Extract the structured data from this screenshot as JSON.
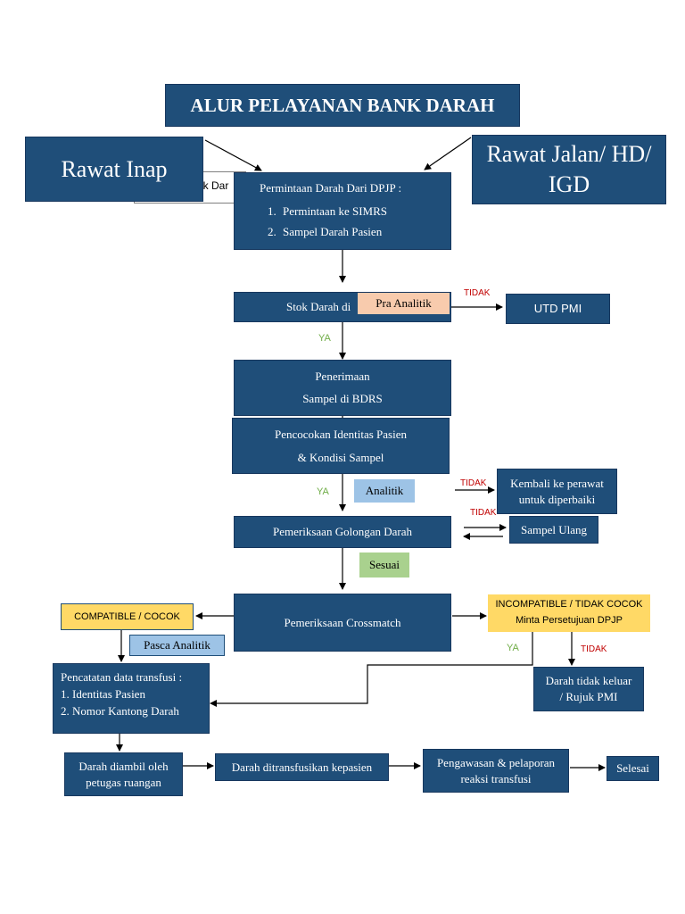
{
  "title": "ALUR PELAYANAN BANK DARAH",
  "rawat_inap": "Rawat Inap",
  "rawat_jalan": "Rawat Jalan/ HD/ IGD",
  "hidden_fragment": "ok Dar",
  "permintaan": {
    "heading": "Permintaan Darah Dari DPJP :",
    "items": [
      "Permintaan ke SIMRS",
      "Sampel Darah Pasien"
    ]
  },
  "stok_darah": "Stok Darah di",
  "pra_analitik": "Pra Analitik",
  "utd_pmi": "UTD PMI",
  "penerimaan": [
    "Penerimaan",
    "Sampel di BDRS"
  ],
  "pencocokan": [
    "Pencocokan Identitas Pasien",
    "& Kondisi Sampel"
  ],
  "analitik": "Analitik",
  "kembali": [
    "Kembali ke perawat",
    "untuk diperbaiki"
  ],
  "sampel_ulang": "Sampel Ulang",
  "golongan_darah": "Pemeriksaan Golongan Darah",
  "sesuai": "Sesuai",
  "crossmatch": "Pemeriksaan Crossmatch",
  "compatible": "COMPATIBLE / COCOK",
  "incompatible": [
    "INCOMPATIBLE / TIDAK COCOK",
    "Minta Persetujuan DPJP"
  ],
  "pasca_analitik": "Pasca Analitik",
  "pencatatan": {
    "heading": "Pencatatan data transfusi :",
    "lines": [
      "1. Identitas Pasien",
      "2. Nomor Kantong Darah"
    ]
  },
  "darah_tidak_keluar": [
    "Darah tidak keluar",
    "/ Rujuk PMI"
  ],
  "darah_diambil": [
    "Darah diambil oleh",
    "petugas ruangan"
  ],
  "ditransfusikan": "Darah ditransfusikan kepasien",
  "pengawasan": [
    "Pengawasan & pelaporan",
    "reaksi transfusi"
  ],
  "selesai": "Selesai",
  "labels": {
    "tidak": "TIDAK",
    "ya": "YA"
  },
  "colors": {
    "box": "#1f4e79",
    "yellow": "#ffd966",
    "peach": "#f8cbad",
    "lightblue": "#9dc3e6",
    "green": "#a9d18e",
    "tidak": "#c00000",
    "ya": "#70ad47"
  }
}
